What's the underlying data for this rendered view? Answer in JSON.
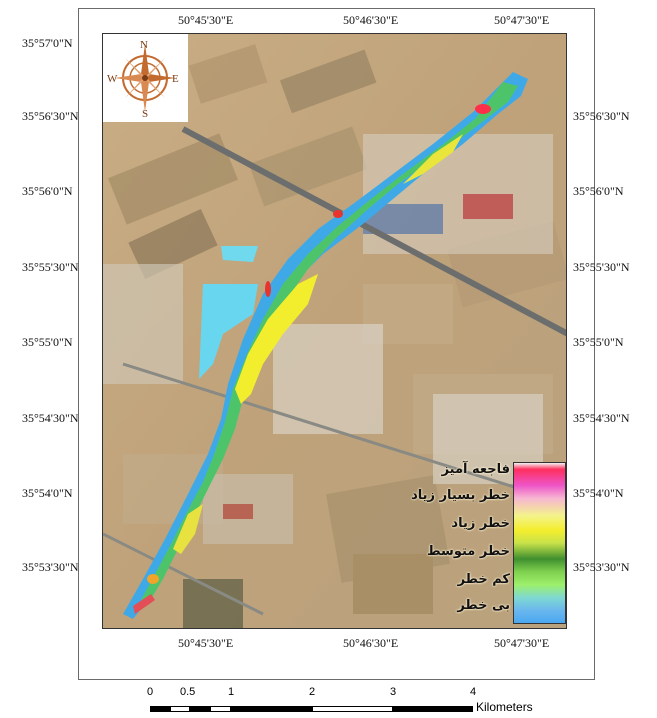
{
  "map": {
    "top_lon_labels": [
      "50°45'30\"E",
      "50°46'30\"E",
      "50°47'30\"E"
    ],
    "bottom_lon_labels": [
      "50°45'30\"E",
      "50°46'30\"E",
      "50°47'30\"E"
    ],
    "left_lat_labels": [
      "35°57'0\"N",
      "35°56'30\"N",
      "35°56'0\"N",
      "35°55'30\"N",
      "35°55'0\"N",
      "35°54'30\"N",
      "35°54'0\"N",
      "35°53'30\"N"
    ],
    "right_lat_labels": [
      "35°56'30\"N",
      "35°56'0\"N",
      "35°55'30\"N",
      "35°55'0\"N",
      "35°54'30\"N",
      "35°54'0\"N",
      "35°53'30\"N"
    ]
  },
  "compass": {
    "n": "N",
    "s": "S",
    "e": "E",
    "w": "W"
  },
  "legend": {
    "items": [
      "فاجعه آمیز",
      "خطر بسیار زیاد",
      "خطر زیاد",
      "خطر متوسط",
      "کم خطر",
      "بی خطر"
    ]
  },
  "scale_bar": {
    "ticks": [
      "0",
      "0.5",
      "1",
      "2",
      "3",
      "4"
    ],
    "unit": "Kilometers"
  }
}
